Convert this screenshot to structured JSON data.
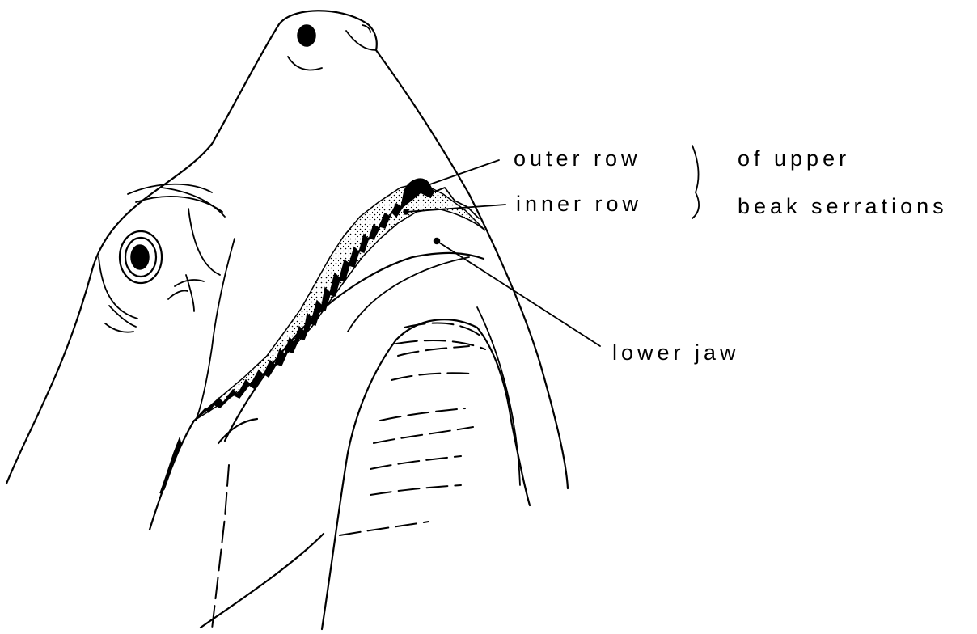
{
  "labels": {
    "outer_row": "outer row",
    "inner_row": "inner row",
    "of_upper": "of upper",
    "beak_serrations": "beak serrations",
    "lower_jaw": "lower jaw"
  },
  "style": {
    "ink": "#000000",
    "paper": "#ffffff",
    "stipple": "#000000"
  }
}
